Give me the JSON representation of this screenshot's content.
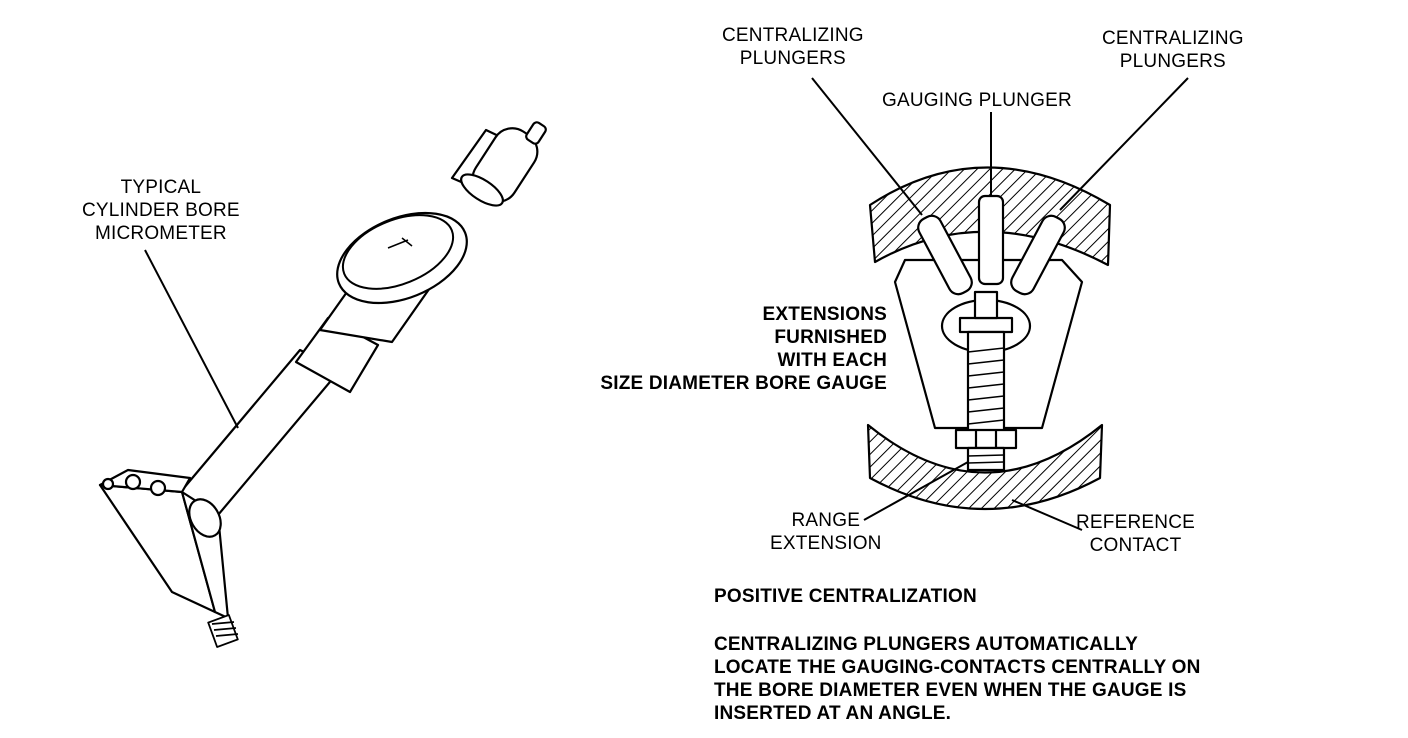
{
  "left_figure": {
    "label_lines": [
      "TYPICAL",
      "CYLINDER BORE",
      "MICROMETER"
    ]
  },
  "right_figure": {
    "centralizing_left_lines": [
      "CENTRALIZING",
      "PLUNGERS"
    ],
    "centralizing_right_lines": [
      "CENTRALIZING",
      "PLUNGERS"
    ],
    "gauging_plunger": "GAUGING PLUNGER",
    "extensions_lines": [
      "EXTENSIONS",
      "FURNISHED",
      "WITH EACH",
      "SIZE DIAMETER BORE GAUGE"
    ],
    "range_extension_lines": [
      "RANGE",
      "EXTENSION"
    ],
    "reference_contact_lines": [
      "REFERENCE",
      "CONTACT"
    ]
  },
  "caption": {
    "heading": "POSITIVE CENTRALIZATION",
    "body_lines": [
      "CENTRALIZING PLUNGERS AUTOMATICALLY",
      "LOCATE THE GAUGING-CONTACTS CENTRALLY ON",
      "THE BORE DIAMETER EVEN WHEN THE GAUGE IS",
      "INSERTED AT AN ANGLE."
    ]
  },
  "colors": {
    "ink": "#000000",
    "paper": "#ffffff"
  }
}
